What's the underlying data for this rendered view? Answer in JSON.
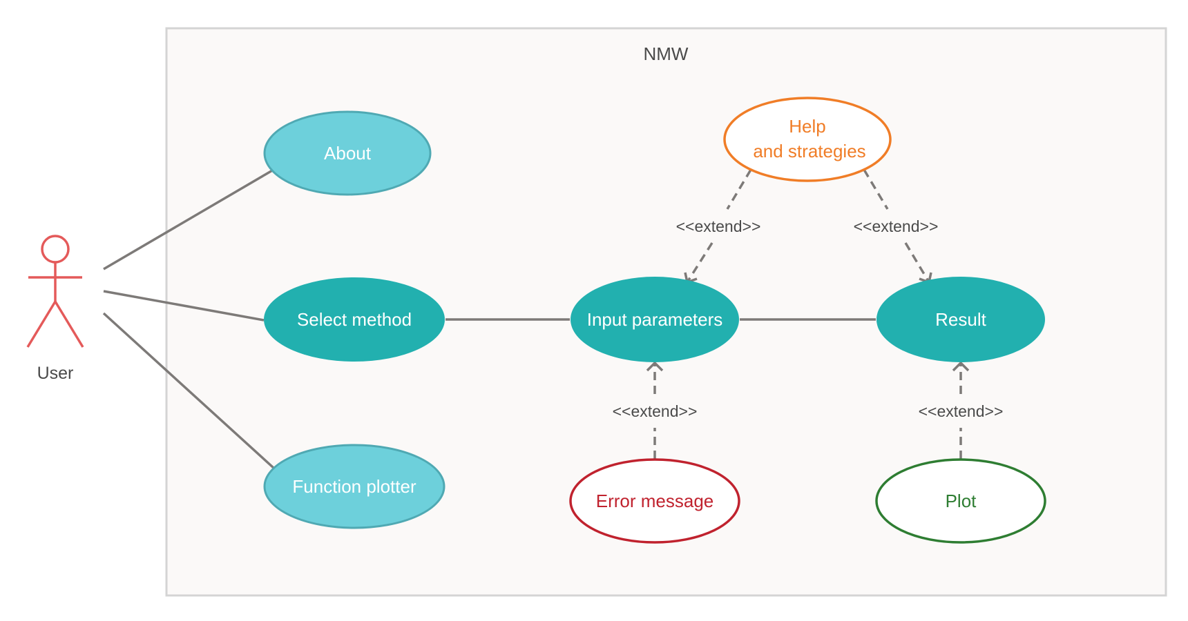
{
  "system": {
    "title": "NMW"
  },
  "actor": {
    "name": "User"
  },
  "use_cases": {
    "about": "About",
    "select_method": "Select method",
    "function_plotter": "Function plotter",
    "input_parameters": "Input parameters",
    "result": "Result",
    "help_line1": "Help",
    "help_line2": "and strategies",
    "error_message": "Error message",
    "plot": "Plot"
  },
  "relations": {
    "extend_help_input": "<<extend>>",
    "extend_help_result": "<<extend>>",
    "extend_error_input": "<<extend>>",
    "extend_plot_result": "<<extend>>"
  },
  "colors": {
    "boundary_fill": "#fbf9f8",
    "boundary_stroke": "#d4d4d4",
    "light_teal": "#6dd0db",
    "light_teal_stroke": "#4fa9b3",
    "teal": "#22b0af",
    "help_orange": "#f07d27",
    "error_red": "#c0222e",
    "plot_green": "#2e7d32",
    "actor_red": "#e45a5a",
    "line_gray": "#7d7a78",
    "text_dark": "#4a4a4a",
    "text_white": "#ffffff"
  }
}
